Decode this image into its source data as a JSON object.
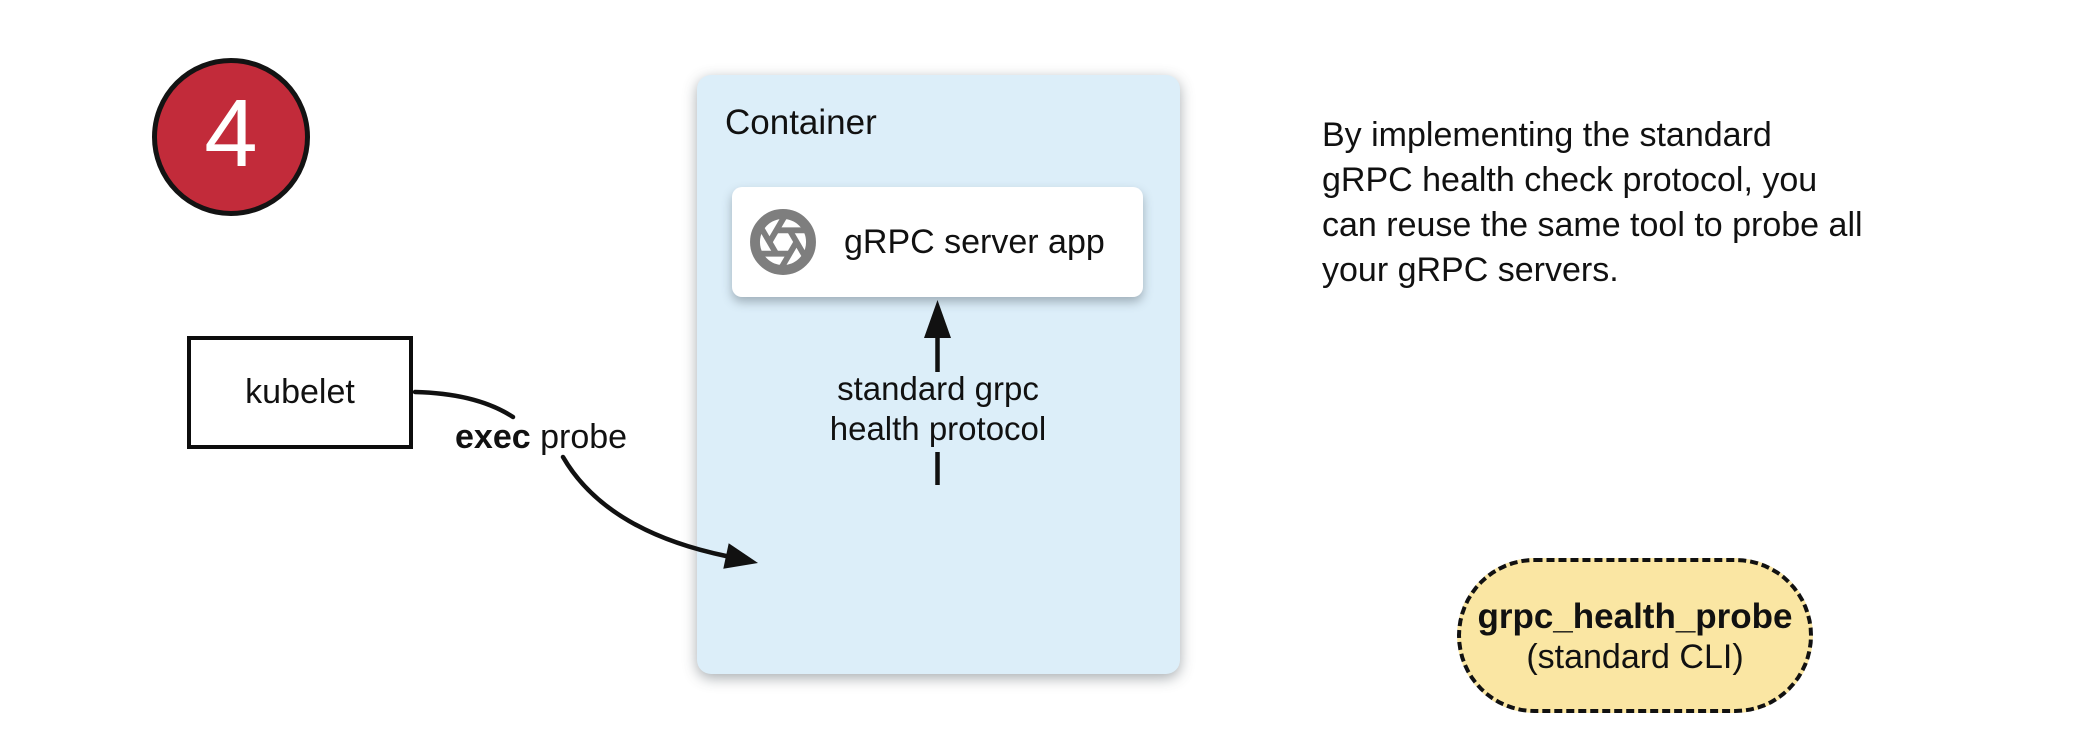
{
  "badge": {
    "number": "4"
  },
  "kubelet": {
    "label": "kubelet"
  },
  "container": {
    "label": "Container"
  },
  "server_box": {
    "label": "gRPC server app",
    "icon": "aperture-icon"
  },
  "probe_pill": {
    "title": "grpc_health_probe",
    "subtitle": "(standard CLI)"
  },
  "edges": {
    "exec_probe": {
      "bold": "exec",
      "rest": " probe"
    },
    "health_protocol": {
      "line1": "standard grpc",
      "line2": "health protocol"
    }
  },
  "note": {
    "lines": [
      "By implementing the standard",
      "gRPC health check protocol, you",
      "can reuse the same tool to probe all",
      "your gRPC servers."
    ]
  },
  "colors": {
    "badge_red": "#C22B3A",
    "container_blue": "#DCEEF9",
    "pill_yellow": "#FAE6A3",
    "icon_gray": "#7E7E7E",
    "arrow_black": "#111111"
  }
}
